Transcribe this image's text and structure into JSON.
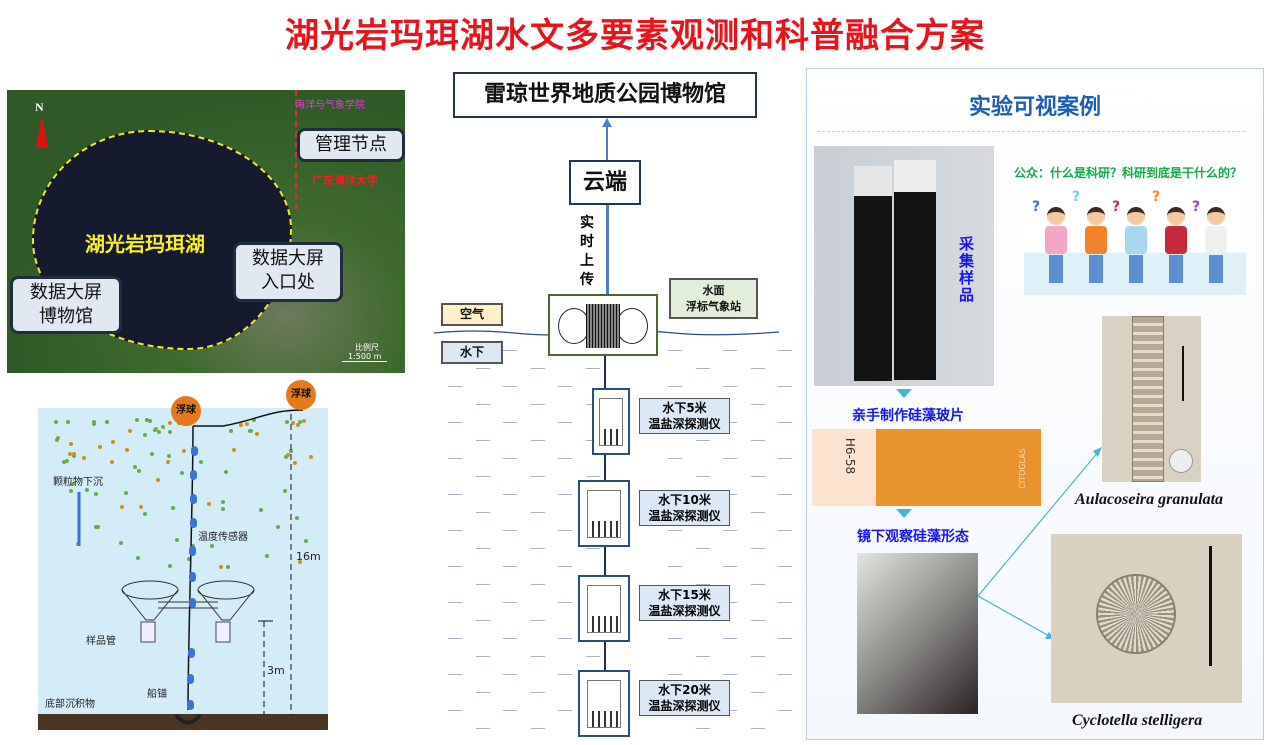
{
  "title": "湖光岩玛珥湖水文多要素观测和科普融合方案",
  "map": {
    "north": "N",
    "college": "海洋与气象学院",
    "management": "管理节点",
    "university": "广东海洋大学",
    "lake": "湖光岩玛珥湖",
    "screen_entrance": "数据大屏\n入口处",
    "screen_entrance_l1": "数据大屏",
    "screen_entrance_l2": "入口处",
    "screen_museum_l1": "数据大屏",
    "screen_museum_l2": "博物馆",
    "scale_label": "比例尺",
    "scale": "1:500 m"
  },
  "mooring": {
    "buoy": "浮球",
    "buoy2": "浮球",
    "particles": "颗粒物下沉",
    "temp_sensor": "温度传感器",
    "sample_tube": "样品管",
    "anchor": "船锚",
    "sediment": "底部沉积物",
    "depth_total": "16m",
    "depth_trap": "3m"
  },
  "system": {
    "museum": "雷琼世界地质公园博物馆",
    "cloud": "云端",
    "upload": "实时上传",
    "air": "空气",
    "underwater": "水下",
    "station_l1": "水面",
    "station_l2": "浮标气象站",
    "instruments": [
      {
        "depth": "水下5米",
        "name": "温盐深探测仪"
      },
      {
        "depth": "水下10米",
        "name": "温盐深探测仪"
      },
      {
        "depth": "水下15米",
        "name": "温盐深探测仪"
      },
      {
        "depth": "水下20米",
        "name": "温盐深探测仪"
      }
    ]
  },
  "cases": {
    "title": "实验可视案例",
    "collect": "采集样品",
    "public": "公众：什么是科研？科研到底是干什么的？",
    "make_slide": "亲手制作硅藻玻片",
    "slide_label": "H6-58",
    "slide_brand": "CITOGLAS",
    "observe": "镜下观察硅藻形态",
    "species1": "Aulacoseira granulata",
    "species2": "Cyclotella stelligera"
  }
}
